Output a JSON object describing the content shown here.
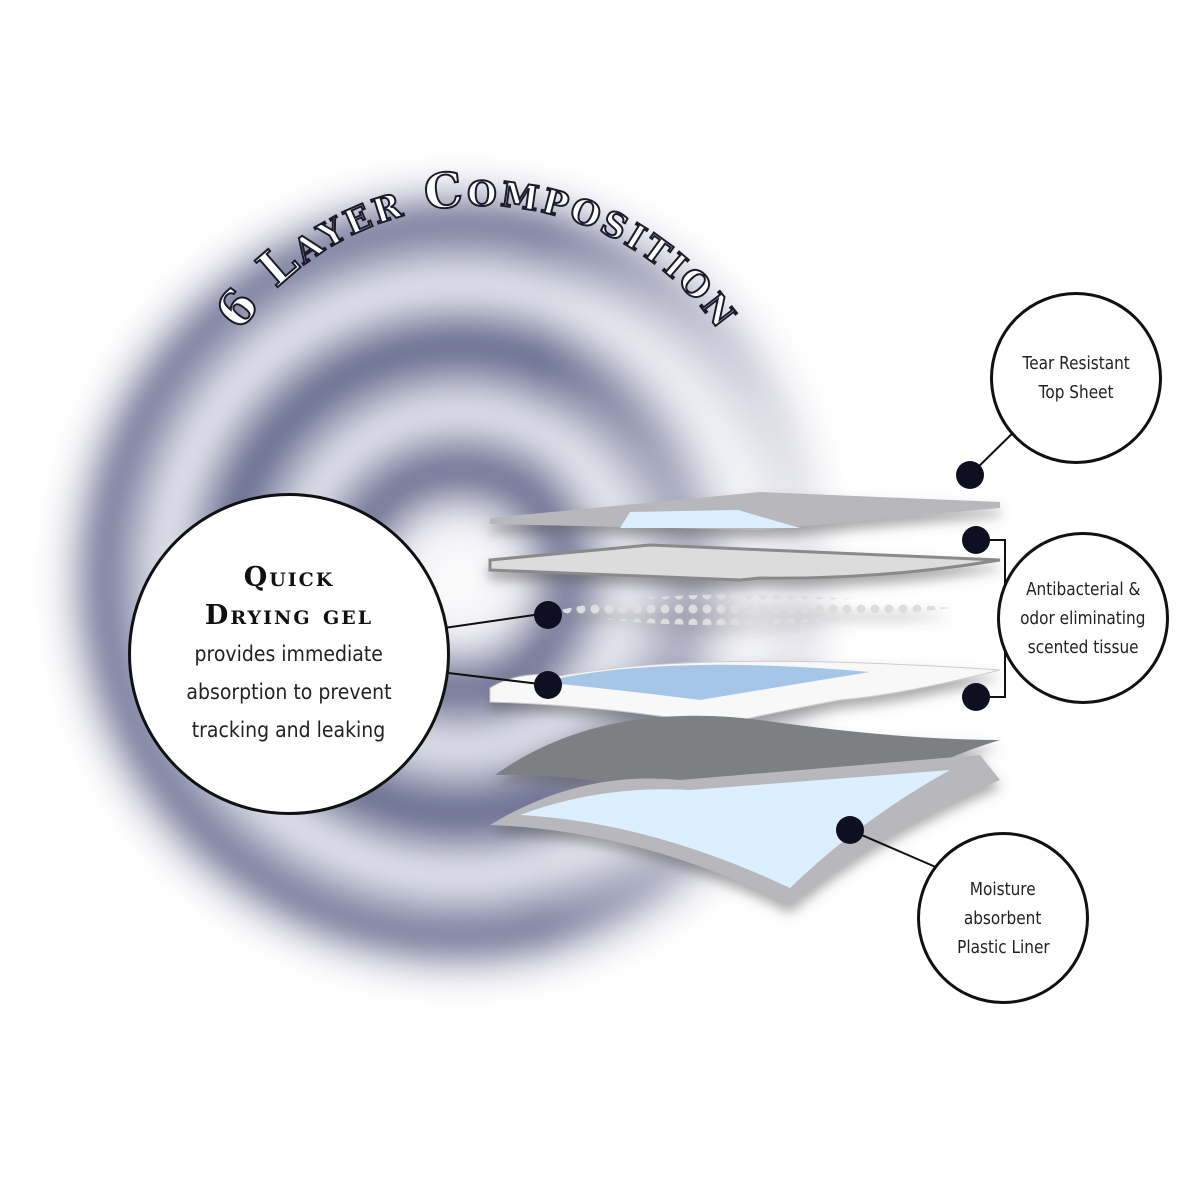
{
  "title": "6 Layer Composition",
  "gel_callout": {
    "heading_line1": "Quick",
    "heading_line2": "Drying gel",
    "body_lines": [
      "provides immediate",
      "absorption to prevent",
      "tracking and leaking"
    ]
  },
  "callouts": {
    "top_sheet": [
      "Tear Resistant",
      "Top Sheet"
    ],
    "tissue": [
      "Antibacterial &",
      "odor eliminating",
      "scented tissue"
    ],
    "liner": [
      "Moisture",
      "absorbent",
      "Plastic Liner"
    ]
  },
  "colors": {
    "ring": "#5a5e85",
    "marker": "#0f0f22",
    "gel_blue": "#a6c6e8"
  }
}
